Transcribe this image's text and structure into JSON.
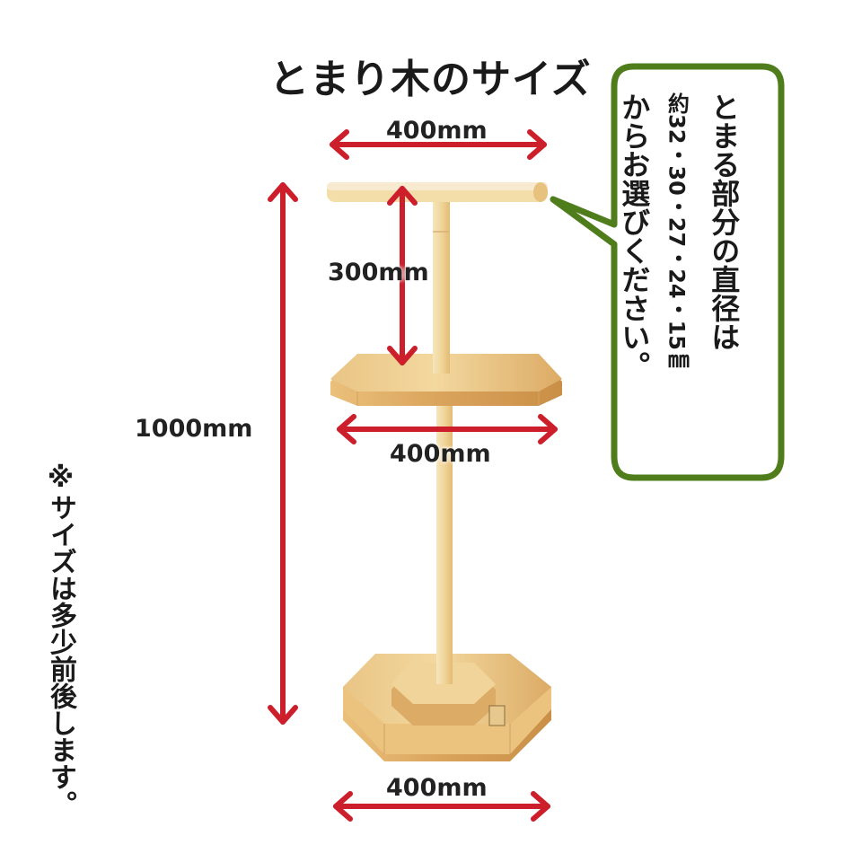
{
  "title": "とまり木のサイズ",
  "dimensions": {
    "top_width": "400mm",
    "upper_gap": "300mm",
    "overall_height": "1000mm",
    "tray_width": "400mm",
    "base_width": "400mm"
  },
  "bubble": {
    "line1": "とまる部分の直径は",
    "line2": "約32・30・27・24・15㎜",
    "line3": "からお選びください。"
  },
  "note": "※サイズは多少前後します。",
  "colors": {
    "arrow": "#cc1f2b",
    "bubble_border": "#4f7d1c",
    "wood_light": "#f3dda8",
    "wood_mid": "#e7bf78",
    "wood_dark": "#c98f47"
  }
}
